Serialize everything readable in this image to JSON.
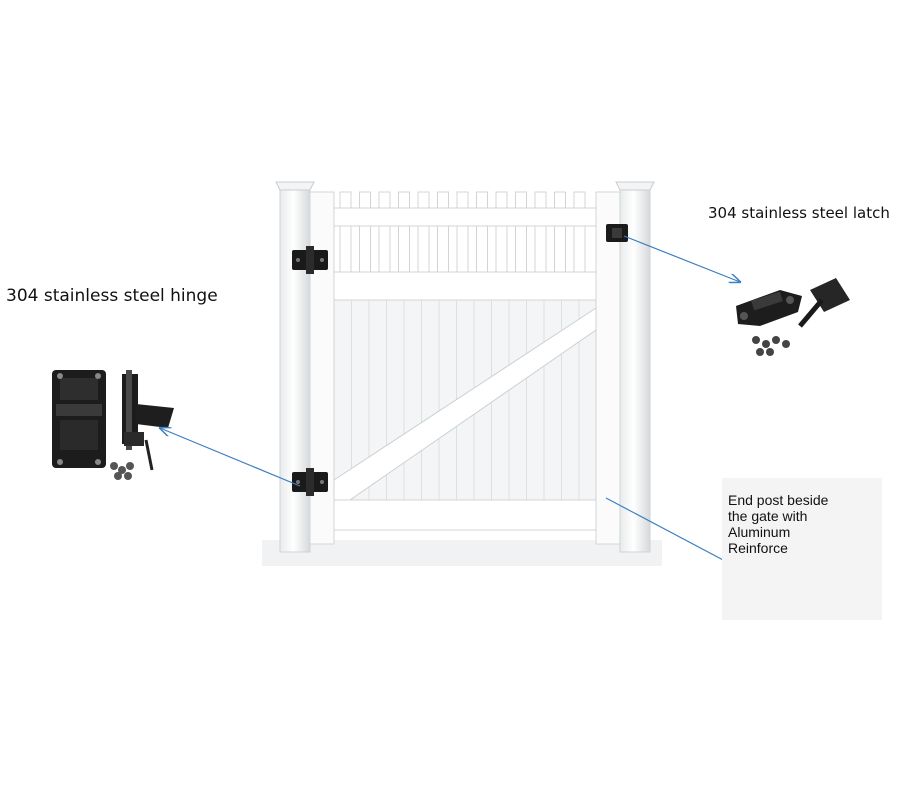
{
  "callouts": {
    "hinge": "304 stainless steel hinge",
    "latch": "304 stainless steel latch",
    "post": "End post beside\nthe gate with\nAluminum\nReinforce"
  },
  "colors": {
    "vinyl": "#ffffff",
    "vinyl_shadow": "#d8dbde",
    "hardware": "#1a1a1a",
    "arrow": "#3c7fc0",
    "aluminum": "#8b8178"
  },
  "icons": [
    "hinge-icon",
    "latch-icon",
    "aluminum-post-icon"
  ]
}
